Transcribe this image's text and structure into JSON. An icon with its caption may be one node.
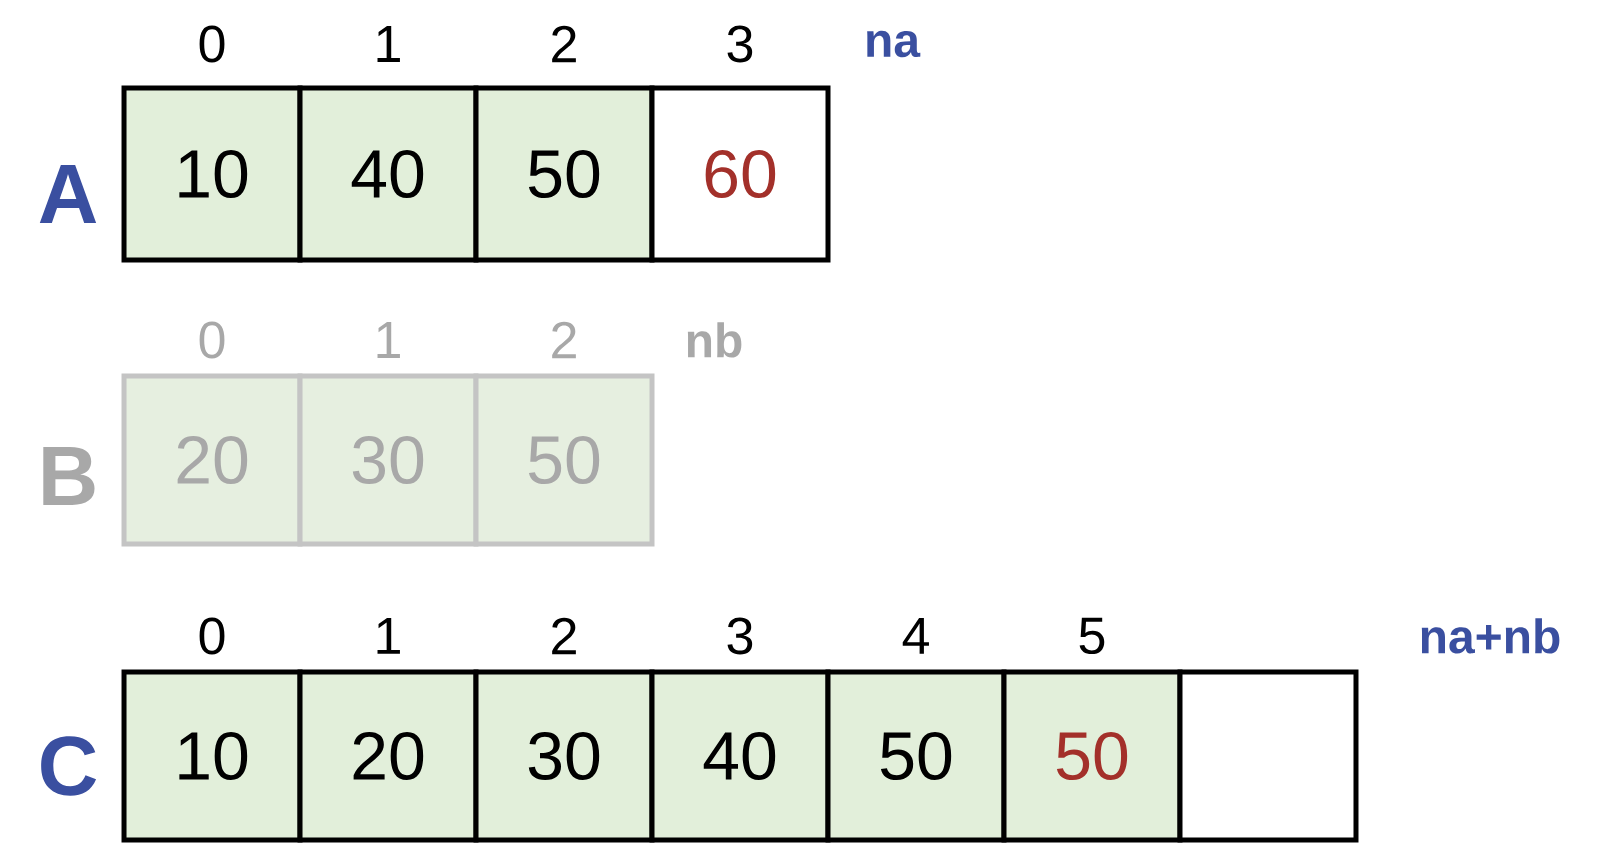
{
  "diagram": {
    "nodes": [
      {
        "text": [
          "10"
        ]
      },
      {
        "text": [
          "40"
        ]
      },
      {
        "text": [
          "50"
        ]
      },
      {
        "text": [
          "60"
        ]
      },
      {
        "text": [
          "20"
        ]
      },
      {
        "text": [
          "30"
        ]
      },
      {
        "text": [
          "50"
        ]
      },
      {
        "text": [
          "10"
        ]
      },
      {
        "text": [
          "20"
        ]
      },
      {
        "text": [
          "30"
        ]
      },
      {
        "text": [
          "40"
        ]
      },
      {
        "text": [
          "50"
        ]
      },
      {
        "text": [
          "50"
        ]
      },
      {
        "text": [],
        "shape": "box"
      }
    ],
    "labels": [
      "0",
      "1",
      "2",
      "3",
      "na",
      "A",
      "0",
      "1",
      "2",
      "nb",
      "B",
      "0",
      "1",
      "2",
      "3",
      "4",
      "5",
      "na+nb",
      "C"
    ]
  }
}
